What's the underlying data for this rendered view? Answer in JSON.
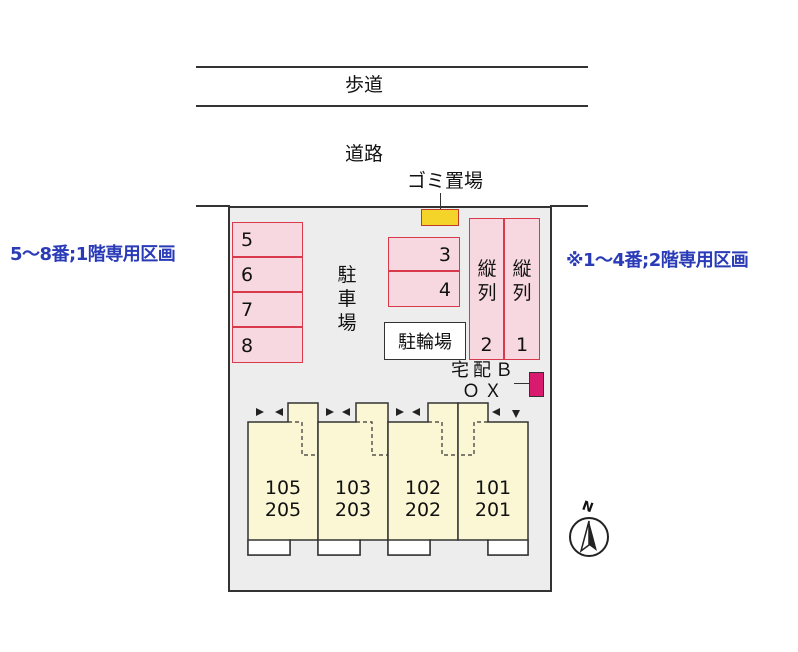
{
  "labels": {
    "sidewalk": "歩道",
    "road": "道路",
    "garbage": "ゴミ置場",
    "parking": "駐車場",
    "bicycle": "駐輪場",
    "delivery_box": "宅配ＢＯＸ",
    "vertical_row": "縦列",
    "note_left": "5～8番;1階専用区画",
    "note_right": "※1～4番;2階専用区画",
    "north": "N"
  },
  "parking_left": [
    "5",
    "6",
    "7",
    "8"
  ],
  "parking_middle": [
    "3",
    "4"
  ],
  "parking_vertical": [
    {
      "label": "縦列",
      "number": "2"
    },
    {
      "label": "縦列",
      "number": "1"
    }
  ],
  "units": [
    {
      "lower": "105",
      "upper": "205"
    },
    {
      "lower": "103",
      "upper": "203"
    },
    {
      "lower": "102",
      "upper": "202"
    },
    {
      "lower": "101",
      "upper": "201"
    }
  ],
  "colors": {
    "parking_fill": "#f8d8e0",
    "parking_border": "#d93a4b",
    "garbage_fill": "#f5d42a",
    "delivery_box_fill": "#d81b6e",
    "note_text": "#2a3bb8",
    "unit_fill": "#fbf7d4"
  }
}
